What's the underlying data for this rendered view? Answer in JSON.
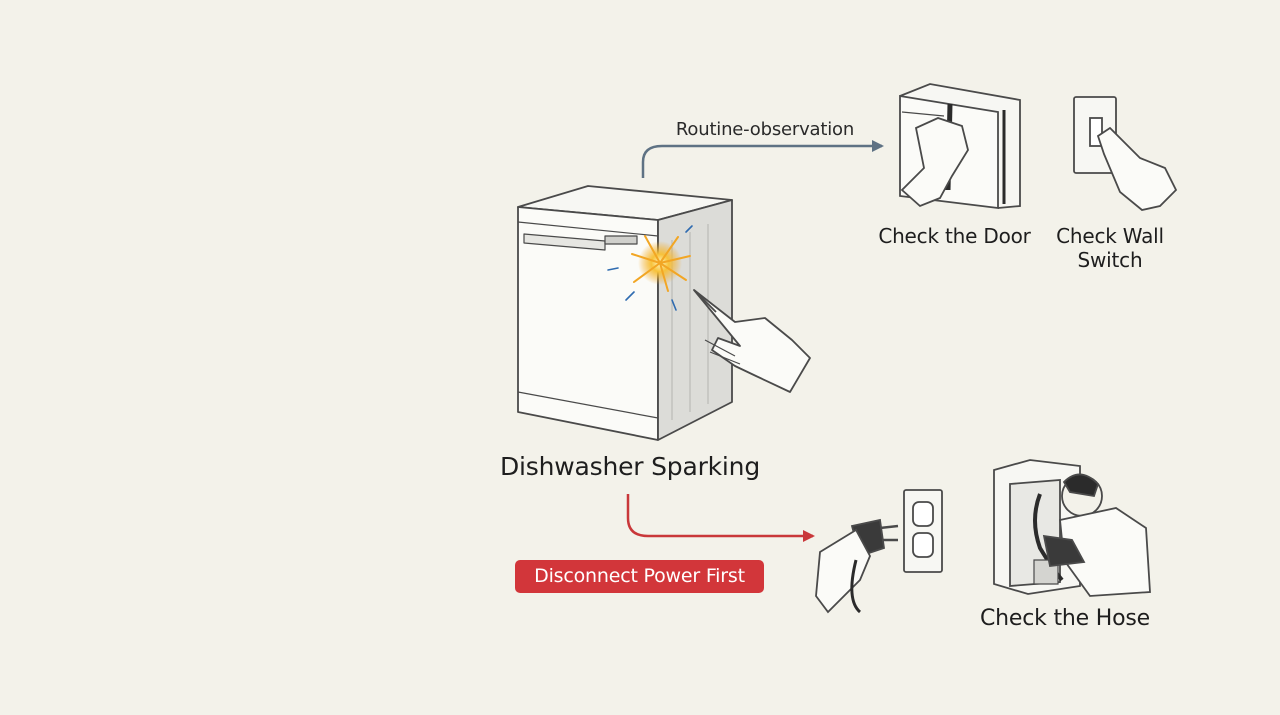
{
  "diagram": {
    "main_label": "Dishwasher Sparking",
    "routine_label": "Routine-observation",
    "warning_label": "Disconnect Power First",
    "steps": [
      {
        "label": "Check the Door"
      },
      {
        "label": "Check Wall\nSwitch"
      },
      {
        "label": "Check the Hose"
      }
    ]
  },
  "colors": {
    "background": "#f3f2ea",
    "routine_arrow": "#5e7284",
    "warning_arrow": "#c9383a",
    "warning_badge": "#d2363a",
    "line_art": "#4a4a4a",
    "spark": "#f2a624"
  }
}
